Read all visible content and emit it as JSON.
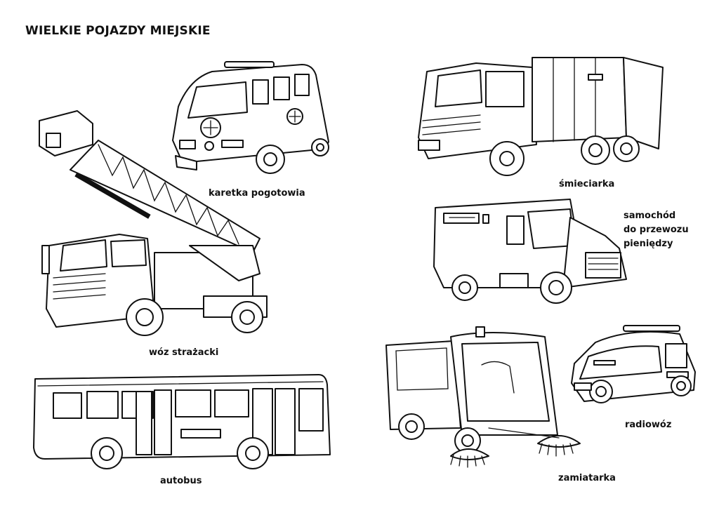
{
  "title": "WIELKIE POJAZDY MIEJSKIE",
  "vehicles": {
    "ambulance": {
      "label": "karetka pogotowia",
      "icon": "ambulance-icon"
    },
    "fire_truck": {
      "label": "wóz strażacki",
      "icon": "fire-truck-icon"
    },
    "bus": {
      "label": "autobus",
      "icon": "bus-icon"
    },
    "garbage_truck": {
      "label": "śmieciarka",
      "icon": "garbage-truck-icon"
    },
    "armored_truck": {
      "label_lines": [
        "samochód",
        "do przewozu",
        "pieniędzy"
      ],
      "icon": "armored-truck-icon"
    },
    "street_sweeper": {
      "label": "zamiatarka",
      "icon": "street-sweeper-icon"
    },
    "police_car": {
      "label": "radiowóz",
      "icon": "police-car-icon"
    }
  }
}
